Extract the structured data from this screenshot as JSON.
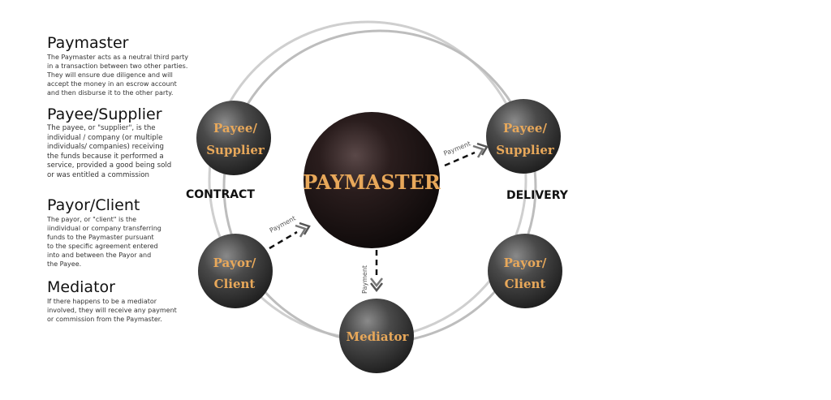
{
  "sections": {
    "paymaster": {
      "title": "Paymaster",
      "text": "The Paymaster acts as a neutral third party\nin a transaction between two other parties.\nThey will ensure due diligence and will\naccept the money in an escrow account\nand then disburse it to the other party."
    },
    "payee": {
      "title": "Payee/Supplier",
      "text": "The payee, or \"supplier\", is the\nindividual / company (or multiple\nindividuals/ companies) receiving\nthe funds because it performed a\nservice, provided a good being sold\nor was entitled a commission"
    },
    "payor": {
      "title": "Payor/Client",
      "text": "The payor, or \"client\" is the\niindividual or company transferring\nfunds to the Paymaster pursuant\nto the specific agreement entered\ninto and between the Payor and\nthe Payee."
    },
    "mediator": {
      "title": "Mediator",
      "text": "If there happens to be a mediator\ninvolved, they will receive any payment\nor commission from the Paymaster."
    }
  },
  "diagram": {
    "center": "PAYMASTER",
    "payee_left": [
      "Payee/",
      "Supplier"
    ],
    "payor_left": [
      "Payor/",
      "Client"
    ],
    "payee_right": [
      "Payee/",
      "Supplier"
    ],
    "payor_right": [
      "Payor/",
      "Client"
    ],
    "mediator": "Mediator",
    "contract_label": "CONTRACT",
    "delivery_label": "DELIVERY",
    "payment_label": "Payment"
  },
  "colors": {
    "node_text": "#e8a85a",
    "ring": "#c8c8c8",
    "center_ball": "#1a1212",
    "side_ball": "#3a3a3a"
  }
}
